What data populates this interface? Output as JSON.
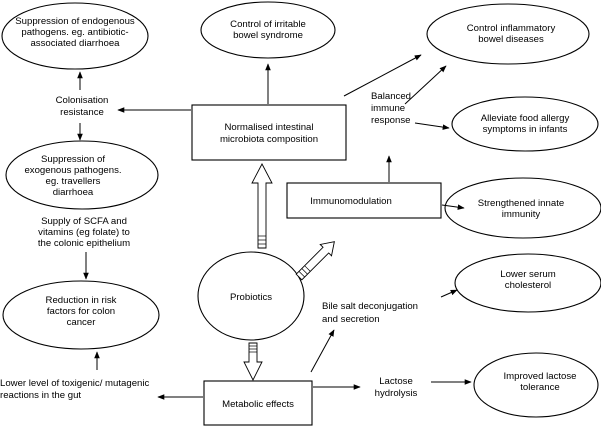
{
  "nodes": {
    "suppression_endogenous": [
      "Suppression of endogenous",
      "pathogens. eg. antibiotic-",
      "associated diarrhoea"
    ],
    "control_ibs": [
      "Control of irritable",
      "bowel syndrome"
    ],
    "control_ibd": [
      "Control inflammatory",
      "bowel diseases"
    ],
    "colonisation_resistance": [
      "Colonisation",
      "resistance"
    ],
    "normalised_microbiota": [
      "Normalised intestinal",
      "microbiota composition"
    ],
    "balanced_immune": [
      "Balanced",
      "immune",
      "response"
    ],
    "alleviate_allergy": [
      "Alleviate food allergy",
      "symptoms in infants"
    ],
    "suppression_exogenous": [
      "Suppression of",
      "exogenous pathogens.",
      "eg. travellers",
      "diarrhoea"
    ],
    "immunomodulation": [
      "Immunomodulation"
    ],
    "strengthened_immunity": [
      "Strengthened innate",
      "immunity"
    ],
    "scfa_supply": [
      "Supply of SCFA and",
      "vitamins (eg folate) to",
      "the colonic epithelium"
    ],
    "lower_cholesterol": [
      "Lower serum",
      "cholesterol"
    ],
    "probiotics": [
      "Probiotics"
    ],
    "bile_salt": [
      "Bile salt deconjugation",
      "and secretion"
    ],
    "reduction_risk": [
      "Reduction in risk",
      "factors for colon",
      "cancer"
    ],
    "lower_toxigenic": [
      "Lower level of toxigenic/ mutagenic",
      "reactions in the gut"
    ],
    "metabolic_effects": [
      "Metabolic effects"
    ],
    "lactose_hydrolysis": [
      "Lactose",
      "hydrolysis"
    ],
    "improved_lactose": [
      "Improved lactose",
      "tolerance"
    ]
  }
}
